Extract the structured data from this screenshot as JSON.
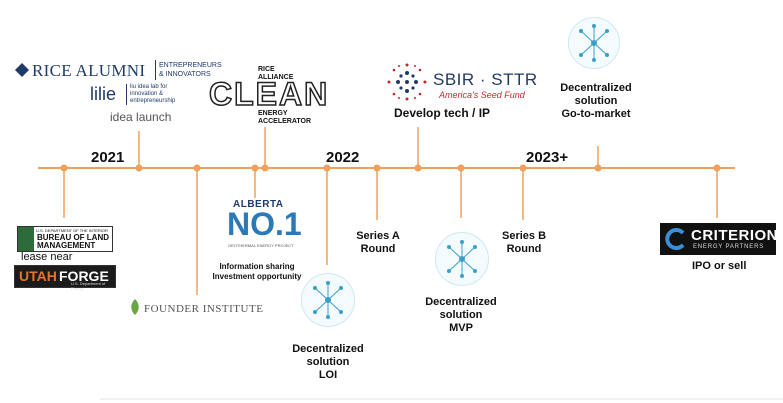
{
  "years": {
    "y2021": "2021",
    "y2022": "2022",
    "y2023": "2023+"
  },
  "rice": {
    "alumni_title": "RICE ALUMNI",
    "alumni_sub1": "ENTREPRENEURS",
    "alumni_sub2": "& INNOVATORS",
    "lilie": "lilie",
    "lilie_sub1": "liu idea lab for",
    "lilie_sub2": "innovation &",
    "lilie_sub3": "entrepreneurship",
    "idea_launch": "idea launch"
  },
  "clean": {
    "top1": "RICE",
    "top2": "ALLIANCE",
    "word": "CLEAN",
    "sub1": "ENERGY",
    "sub2": "ACCELERATOR"
  },
  "sbir": {
    "title": "SBIR · STTR",
    "tagline": "America's Seed Fund",
    "caption": "Develop tech / IP"
  },
  "go_to_market": {
    "line1": "Decentralized",
    "line2": "solution",
    "line3": "Go-to-market"
  },
  "blm": {
    "small": "U.S. DEPARTMENT OF THE INTERIOR",
    "line1": "BUREAU OF LAND",
    "line2": "MANAGEMENT",
    "caption": "lease near"
  },
  "utah": {
    "name": "UTAH",
    "forge": "FORGE",
    "sub": "U.S. Department of Energy"
  },
  "founder": {
    "name": "FOUNDER INSTITUTE"
  },
  "alberta": {
    "name": "ALBERTA",
    "no1": "NO.1",
    "sub": "GEOTHERMAL ENERGY PROJECT",
    "cap1": "Information sharing",
    "cap2": "Investment opportunity"
  },
  "loi": {
    "line1": "Decentralized",
    "line2": "solution",
    "line3": "LOI"
  },
  "series_a": {
    "line1": "Series A",
    "line2": "Round"
  },
  "mvp": {
    "line1": "Decentralized",
    "line2": "solution",
    "line3": "MVP"
  },
  "series_b": {
    "line1": "Series B",
    "line2": "Round"
  },
  "criterion": {
    "name": "CRITERION",
    "sub": "ENERGY PARTNERS",
    "caption": "IPO or sell"
  },
  "colors": {
    "timeline": "#f0a05a",
    "accent_red": "#c0282d",
    "navy": "#1f3a6b",
    "hub": "#3aa0c8"
  }
}
